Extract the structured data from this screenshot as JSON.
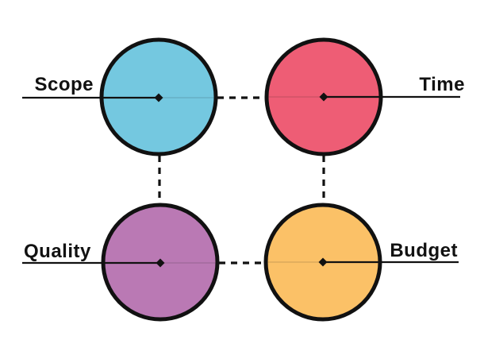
{
  "canvas": {
    "background": "#FFFFFF",
    "stroke_color": "#111111"
  },
  "nodes": [
    {
      "label": "Scope",
      "fill": "#74C8E0",
      "label_side": "left"
    },
    {
      "label": "Time",
      "fill": "#EE5D75",
      "label_side": "right"
    },
    {
      "label": "Quality",
      "fill": "#BA79B4",
      "label_side": "left"
    },
    {
      "label": "Budget",
      "fill": "#FBC167",
      "label_side": "right"
    }
  ],
  "connectors": [
    {
      "from": "Scope",
      "to": "Time",
      "style": "dashed"
    },
    {
      "from": "Quality",
      "to": "Budget",
      "style": "dashed"
    },
    {
      "from": "Scope",
      "to": "Quality",
      "style": "dashed"
    },
    {
      "from": "Time",
      "to": "Budget",
      "style": "dashed"
    }
  ]
}
